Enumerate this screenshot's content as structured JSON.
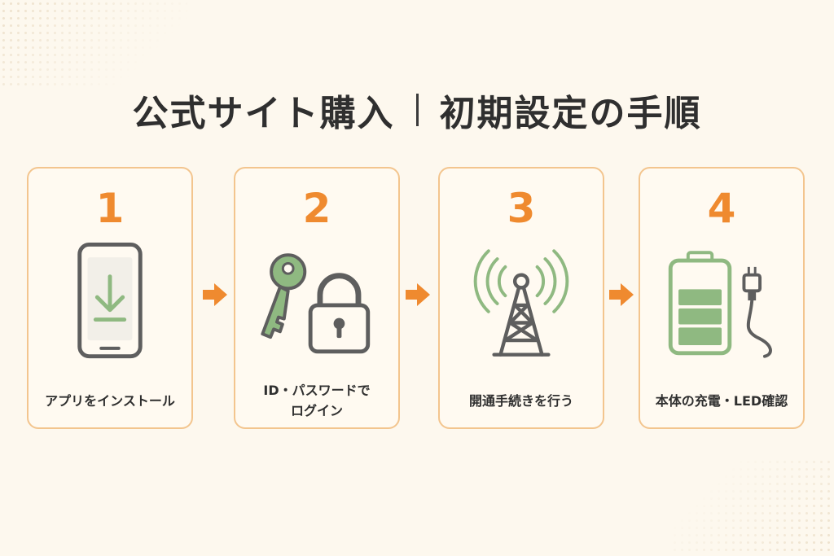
{
  "title": {
    "left": "公式サイト購入",
    "right": "初期設定の手順"
  },
  "steps": [
    {
      "number": "1",
      "label_lines": [
        "アプリをインストール"
      ],
      "icon": "smartphone-download-icon"
    },
    {
      "number": "2",
      "label_lines": [
        "ID・パスワードで",
        "ログイン"
      ],
      "icon": "key-lock-icon"
    },
    {
      "number": "3",
      "label_lines": [
        "開通手続きを行う"
      ],
      "icon": "signal-tower-icon"
    },
    {
      "number": "4",
      "label_lines": [
        "本体の充電・LED確認"
      ],
      "icon": "battery-charging-icon"
    }
  ],
  "colors": {
    "accent_orange": "#ef8a2f",
    "card_border": "#f3c58e",
    "icon_green": "#8fb981",
    "icon_gray": "#5e5e5e",
    "background": "#fdf8ee"
  }
}
